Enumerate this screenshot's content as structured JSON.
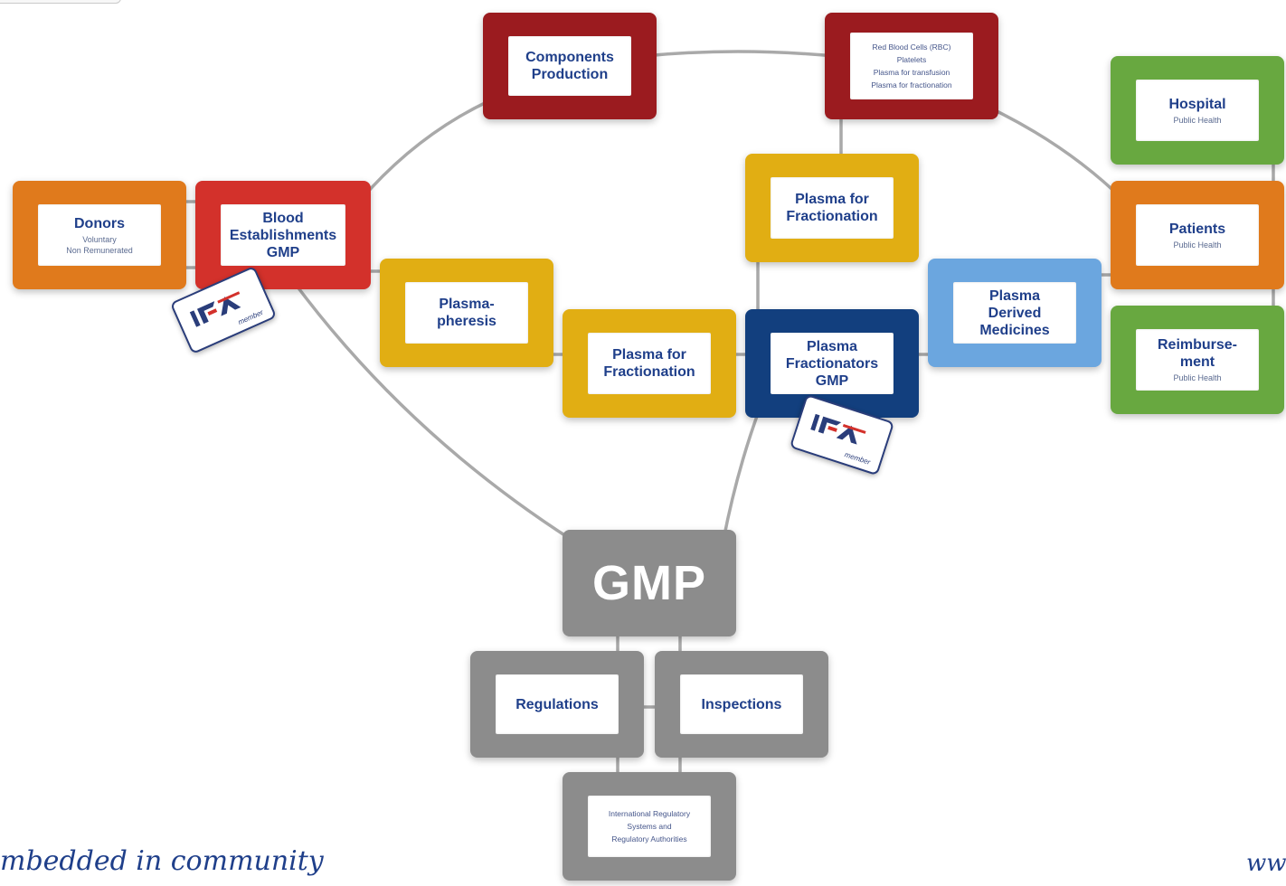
{
  "nodes": {
    "donors": {
      "title": "Donors",
      "sub": "Voluntary\nNon Remunerated"
    },
    "blood_establishments": {
      "title": "Blood\nEstablishments\nGMP"
    },
    "components_production": {
      "title": "Components\nProduction"
    },
    "components_list": {
      "text": "Red Blood Cells (RBC)\nPlatelets\nPlasma for transfusion\nPlasma for fractionation"
    },
    "plasmapheresis": {
      "title": "Plasma-\npheresis"
    },
    "plasma_for_fractionation_top": {
      "title": "Plasma for\nFractionation"
    },
    "plasma_for_fractionation_mid": {
      "title": "Plasma for\nFractionation"
    },
    "plasma_fractionators": {
      "title": "Plasma\nFractionators\nGMP"
    },
    "plasma_derived_medicines": {
      "title": "Plasma\nDerived\nMedicines"
    },
    "hospital": {
      "title": "Hospital",
      "sub": "Public Health"
    },
    "patients": {
      "title": "Patients",
      "sub": "Public Health"
    },
    "reimbursement": {
      "title": "Reimburse-\nment",
      "sub": "Public Health"
    },
    "gmp": {
      "title": "GMP"
    },
    "regulations": {
      "title": "Regulations"
    },
    "inspections": {
      "title": "Inspections"
    },
    "international_regulatory": {
      "text": "International Regulatory\nSystems and\nRegulatory Authorities"
    }
  },
  "badges": {
    "logo": "IPFA",
    "tag": "member"
  },
  "footer": {
    "tagline": "mbedded in community",
    "url": "www"
  },
  "colors": {
    "orange": "#e07a1c",
    "red": "#d3312b",
    "dark_red": "#9b1b1f",
    "yellow": "#e1ae13",
    "navy": "#123f7e",
    "light_blue": "#6ba6df",
    "green": "#68a840",
    "gray": "#8c8c8c",
    "text_blue": "#1f3f8a"
  }
}
